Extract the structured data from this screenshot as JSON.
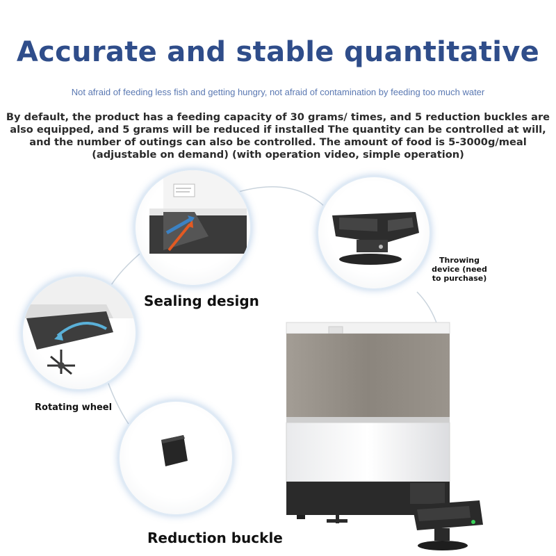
{
  "header": {
    "title": "Accurate and stable quantitative",
    "subtitle": "Not afraid of feeding less fish and getting hungry, not afraid of contamination by feeding too much water",
    "description": "By default, the product has a feeding capacity of 30 grams/ times, and 5 reduction buckles are also equipped, and 5 grams will be reduced if installed The quantity can be controlled at will, and the number of outings can also be controlled. The amount of food is 5-3000g/meal (adjustable on demand) (with operation video, simple operation)"
  },
  "features": {
    "sealing": "Sealing design",
    "throwing_line1": "Throwing",
    "throwing_line2": "device (need",
    "throwing_line3": "to purchase)",
    "rotating": "Rotating wheel",
    "reduction": "Reduction buckle"
  },
  "colors": {
    "title": "#2f4d8a",
    "subtitle": "#5a78b2",
    "hopper_tint": "#8f8a82",
    "base_black": "#2a2a2a"
  }
}
